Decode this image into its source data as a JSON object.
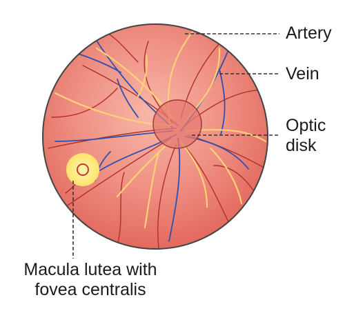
{
  "labels": {
    "artery": "Artery",
    "vein": "Vein",
    "optic_disk": [
      "Optic",
      "disk"
    ],
    "macula": [
      "Macula lutea with",
      "fovea centralis"
    ]
  },
  "colors": {
    "retina_outer": "#e2665c",
    "retina_center": "#f8b7a8",
    "retina_border": "#444444",
    "artery_vessels": "#ffd178",
    "vein_vessels": "#2f4fb0",
    "red_vessels": "#b22e28",
    "optic_disk": "#e57a72",
    "macula": "#ffe36a",
    "leader_lines": "#333333"
  },
  "icons": {
    "optic_disk": "circle",
    "macula": "concentric-circles"
  }
}
